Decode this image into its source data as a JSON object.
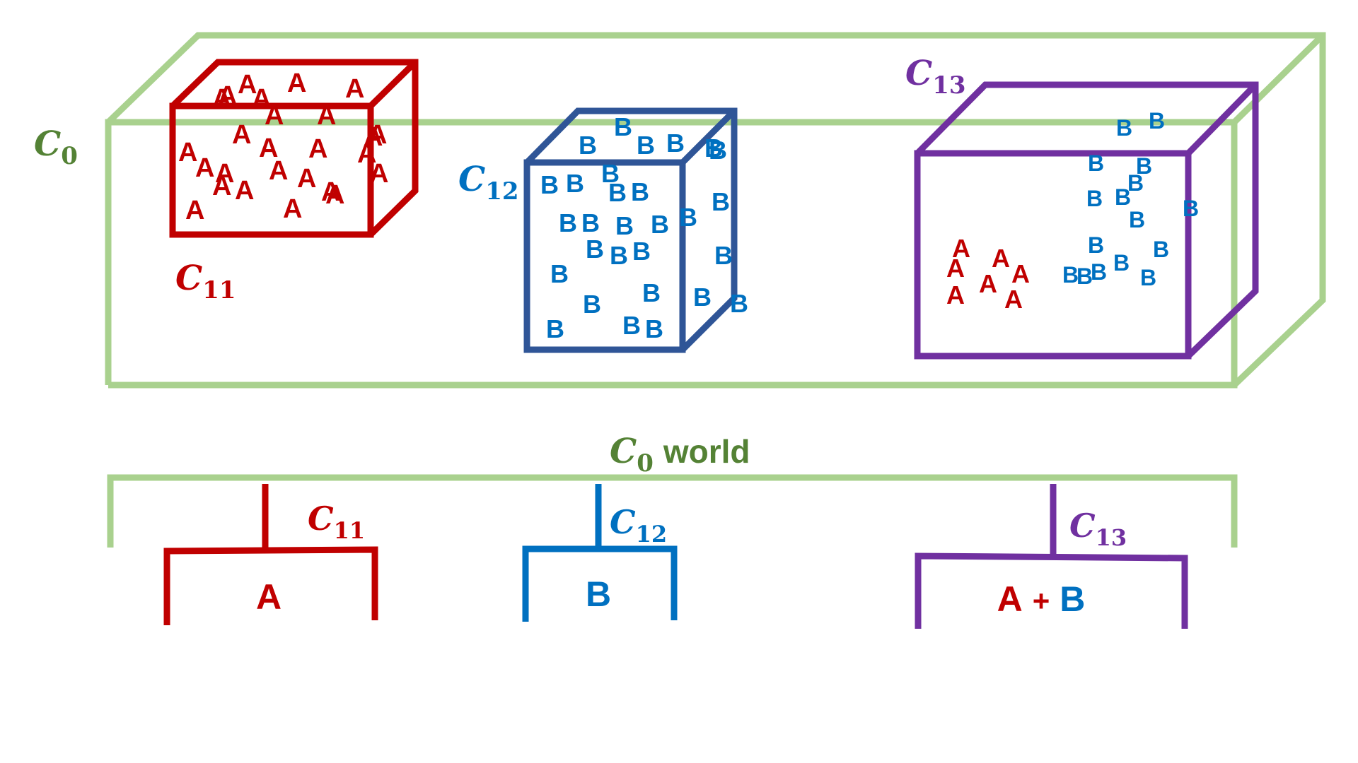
{
  "colors": {
    "c0": "#a9d18e",
    "c0_text": "#548235",
    "c11": "#c00000",
    "c12_box": "#2f5597",
    "c12": "#0070c0",
    "c13": "#7030a0"
  },
  "labels": {
    "c0": {
      "main": "C",
      "sub": "0"
    },
    "c11": {
      "main": "C",
      "sub": "11"
    },
    "c12": {
      "main": "C",
      "sub": "12"
    },
    "c13": {
      "main": "C",
      "sub": "13"
    },
    "world": {
      "main": "C",
      "sub": "0",
      "suffix": "world"
    }
  },
  "molecules": {
    "a": "A",
    "b": "B"
  },
  "tree": {
    "c11_content": "A",
    "c12_content": "B",
    "c13_content_a": "A",
    "c13_content_plus": "+",
    "c13_content_b": "B"
  }
}
